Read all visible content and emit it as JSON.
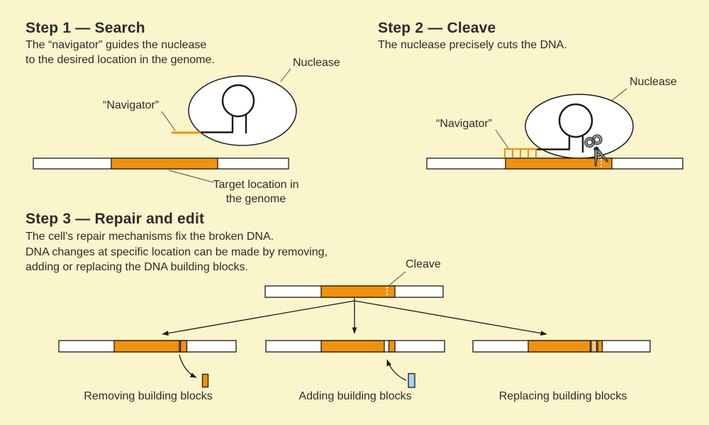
{
  "colors": {
    "background": "#FBF5CC",
    "orange": "#F2920B",
    "light_orange": "#F6C479",
    "light_blue": "#A9D3EE",
    "outline": "#1A1A1A",
    "text": "#2B2B2B",
    "scissors_gray": "#909296"
  },
  "step1": {
    "title": "Step 1 — Search",
    "description": [
      "The “navigator” guides the nuclease",
      "to the desired location in the genome."
    ],
    "labels": {
      "nuclease": "Nuclease",
      "navigator": "“Navigator”",
      "target": [
        "Target location in",
        "the genome"
      ]
    }
  },
  "step2": {
    "title": "Step 2 — Cleave",
    "description": [
      "The nuclease precisely cuts the DNA."
    ],
    "labels": {
      "nuclease": "Nuclease",
      "navigator": "“Navigator”"
    }
  },
  "step3": {
    "title": "Step 3 — Repair and edit",
    "description": [
      "The cell’s repair mechanisms fix the broken DNA.",
      "DNA changes at specific location can be made by removing,",
      "adding or replacing the DNA building blocks."
    ],
    "labels": {
      "cleave": "Cleave"
    },
    "outcomes": [
      {
        "label": "Removing building blocks"
      },
      {
        "label": "Adding building blocks"
      },
      {
        "label": "Replacing building blocks"
      }
    ]
  }
}
